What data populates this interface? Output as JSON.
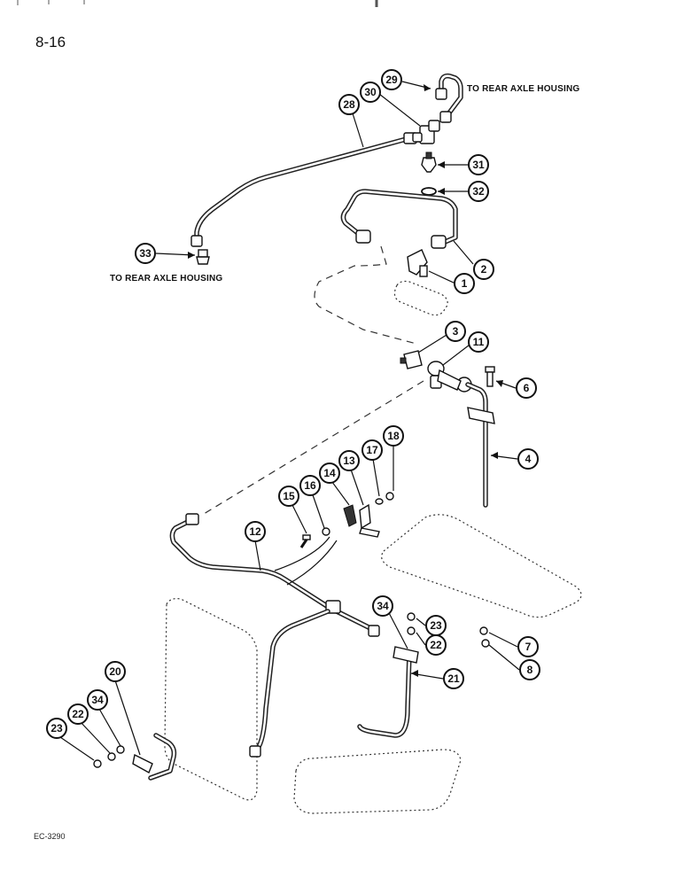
{
  "page": {
    "number": "8-16",
    "footer_code": "EC-3290"
  },
  "notes": {
    "top": "TO REAR AXLE HOUSING",
    "left": "TO REAR AXLE HOUSING"
  },
  "callouts": [
    {
      "id": "c29",
      "label": "29"
    },
    {
      "id": "c30",
      "label": "30"
    },
    {
      "id": "c28",
      "label": "28"
    },
    {
      "id": "c31",
      "label": "31"
    },
    {
      "id": "c32",
      "label": "32"
    },
    {
      "id": "c33",
      "label": "33"
    },
    {
      "id": "c2",
      "label": "2"
    },
    {
      "id": "c1",
      "label": "1"
    },
    {
      "id": "c3",
      "label": "3"
    },
    {
      "id": "c11",
      "label": "11"
    },
    {
      "id": "c6",
      "label": "6"
    },
    {
      "id": "c4",
      "label": "4"
    },
    {
      "id": "c18",
      "label": "18"
    },
    {
      "id": "c17",
      "label": "17"
    },
    {
      "id": "c13",
      "label": "13"
    },
    {
      "id": "c14",
      "label": "14"
    },
    {
      "id": "c16",
      "label": "16"
    },
    {
      "id": "c15",
      "label": "15"
    },
    {
      "id": "c12",
      "label": "12"
    },
    {
      "id": "c34a",
      "label": "34"
    },
    {
      "id": "c23a",
      "label": "23"
    },
    {
      "id": "c22a",
      "label": "22"
    },
    {
      "id": "c7",
      "label": "7"
    },
    {
      "id": "c8",
      "label": "8"
    },
    {
      "id": "c21",
      "label": "21"
    },
    {
      "id": "c20",
      "label": "20"
    },
    {
      "id": "c34b",
      "label": "34"
    },
    {
      "id": "c22b",
      "label": "22"
    },
    {
      "id": "c23b",
      "label": "23"
    }
  ]
}
